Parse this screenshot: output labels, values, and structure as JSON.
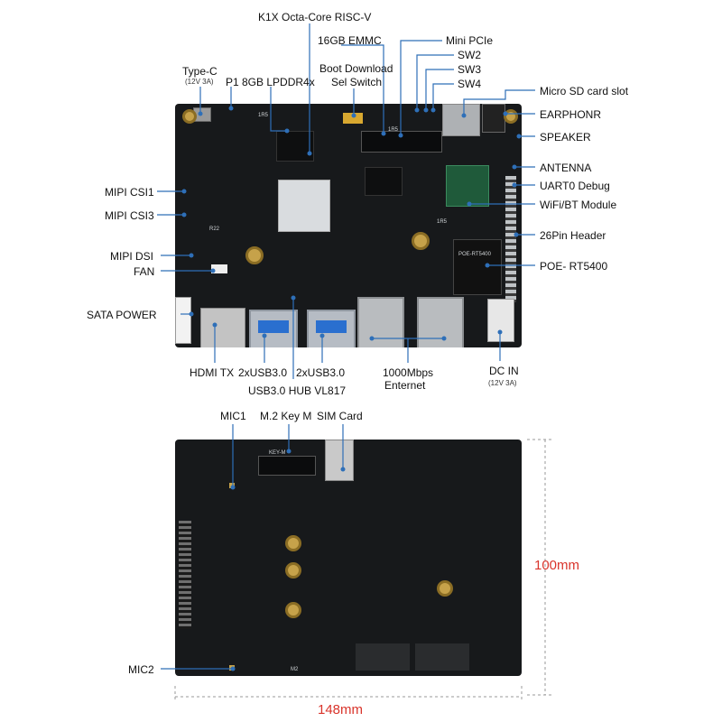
{
  "top_labels": {
    "k1x": "K1X Octa-Core RISC-V",
    "emmc": "16GB EMMC",
    "mini_pcie": "Mini PCIe",
    "sw2": "SW2",
    "sw3": "SW3",
    "sw4": "SW4",
    "typec": "Type-C",
    "typec_sub": "(12V 3A)",
    "p1": "P1",
    "lpddr": "8GB LPDDR4x",
    "boot": "Boot Download",
    "boot2": "Sel Switch",
    "microsd": "Micro SD card slot",
    "earphone": "EARPHONR",
    "speaker": "SPEAKER",
    "antenna": "ANTENNA",
    "uart": "UART0 Debug",
    "wifi": "WiFi/BT Module",
    "header26": "26Pin Header",
    "poe": "POE- RT5400",
    "csi1": "MIPI CSI1",
    "csi3": "MIPI CSI3",
    "dsi": "MIPI DSI",
    "fan": "FAN",
    "sata": "SATA POWER",
    "hdmi": "HDMI TX",
    "usb_a": "2xUSB3.0",
    "usb_b": "2xUSB3.0",
    "hub": "USB3.0 HUB VL817",
    "eth1": "1000Mbps",
    "eth2": "Enternet",
    "dcin": "DC IN",
    "dcin_sub": "(12V 3A)"
  },
  "bottom_labels": {
    "mic1": "MIC1",
    "m2": "M.2 Key M",
    "sim": "SIM Card",
    "mic2": "MIC2",
    "height": "100mm",
    "width": "148mm"
  },
  "silkscreen": {
    "r5_a": "1R5",
    "r5_b": "1R5",
    "r5_c": "1R5",
    "r22": "R22",
    "keym": "KEY-M",
    "m2": "M2",
    "poe": "POE-RT5400"
  },
  "colors": {
    "board": "#17191b",
    "gold": "#c6a24a",
    "dimension": "#d9342b",
    "usb_tongue": "#2a6fcf"
  }
}
